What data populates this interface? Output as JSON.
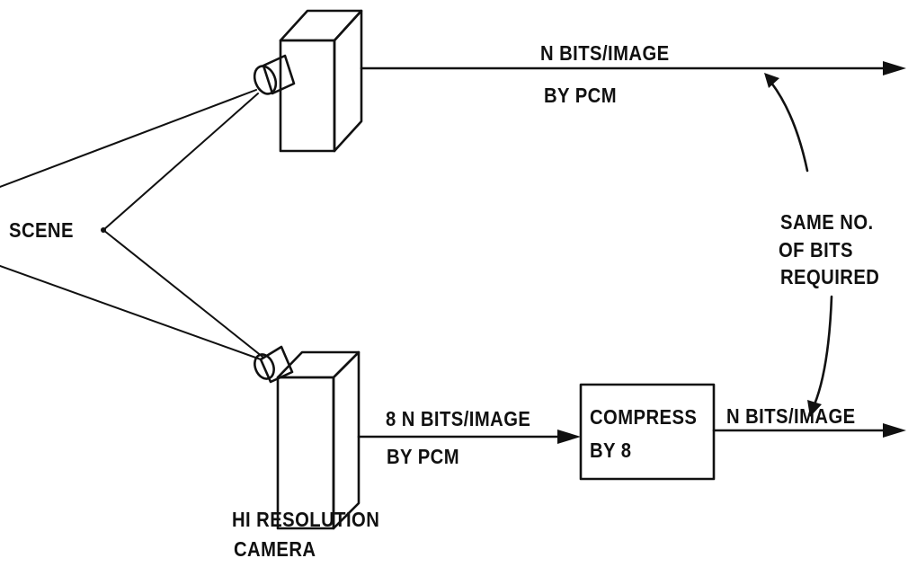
{
  "scene": {
    "label": "SCENE"
  },
  "top_camera": {
    "output_line1": "N BITS/IMAGE",
    "output_line2": "BY PCM"
  },
  "hi_res_camera": {
    "label_line1": "HI RESOLUTION",
    "label_line2": "CAMERA",
    "output_line1": "8 N BITS/IMAGE",
    "output_line2": "BY PCM"
  },
  "compressor": {
    "line1": "COMPRESS",
    "line2": "BY 8"
  },
  "compressed_output": {
    "label": "N BITS/IMAGE"
  },
  "comparison_note": {
    "line1": "SAME NO.",
    "line2": "OF BITS",
    "line3": "REQUIRED"
  }
}
